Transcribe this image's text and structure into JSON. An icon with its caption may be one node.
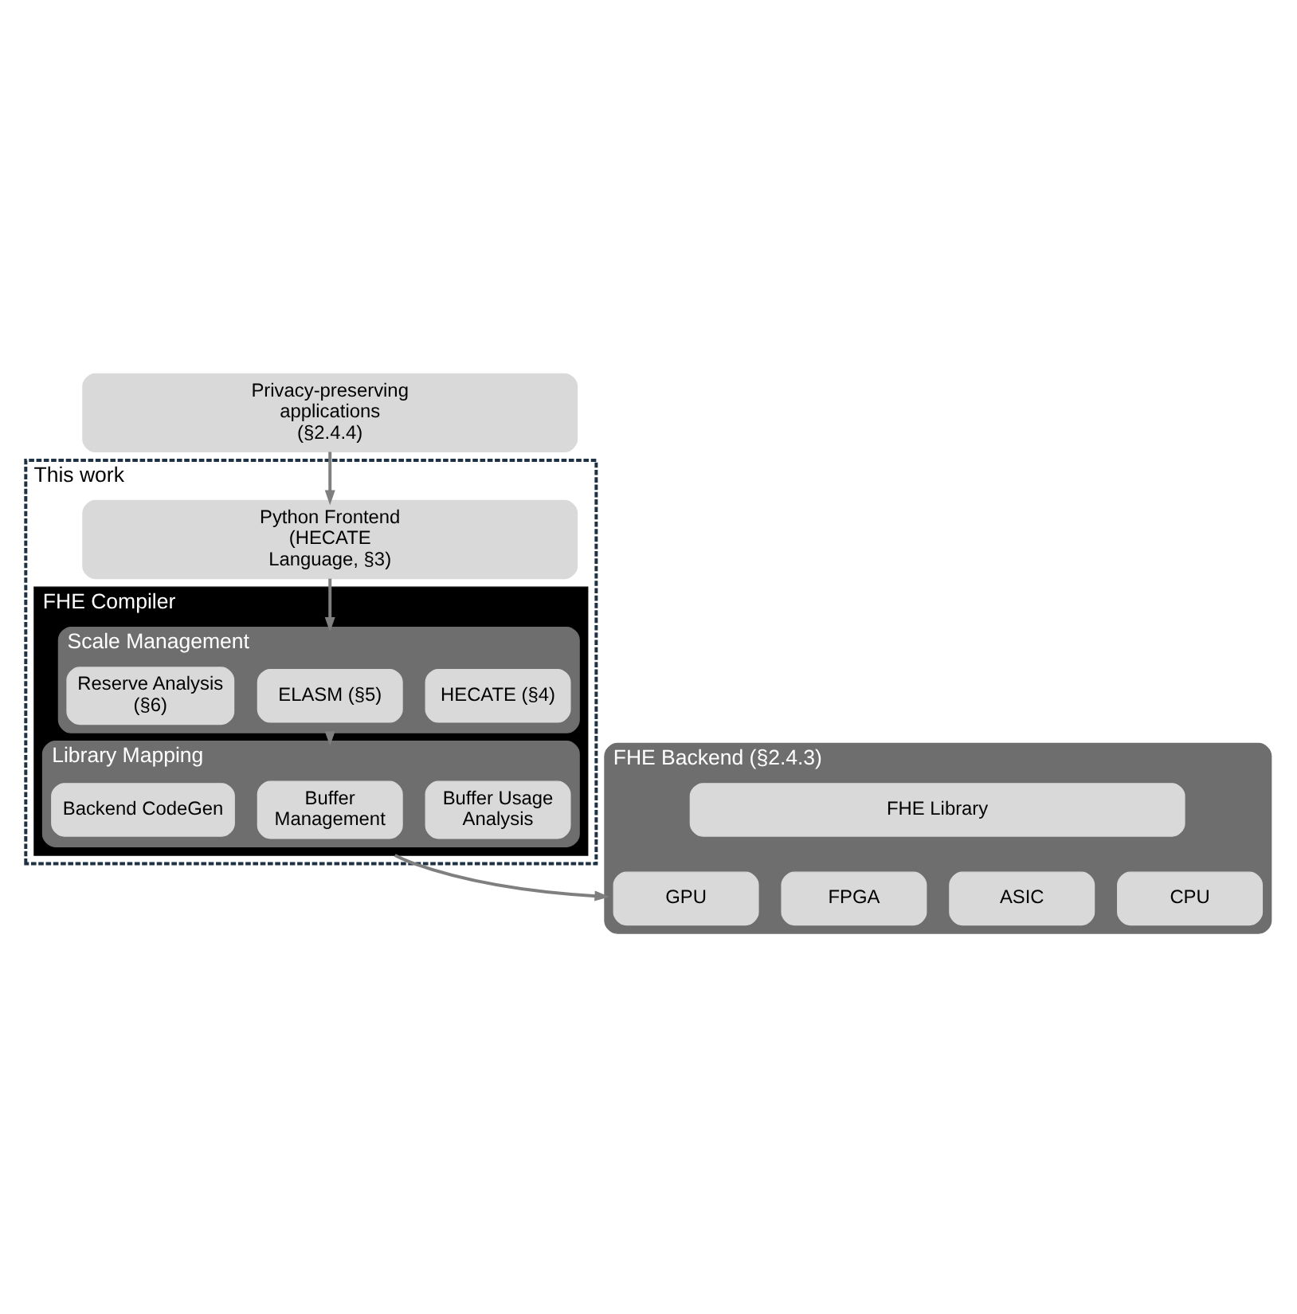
{
  "diagram": {
    "nodes": [
      {
        "text": [
          "Privacy-preserving applications (§2.4.4)"
        ]
      },
      {
        "text": [
          "This work"
        ]
      },
      {
        "text": [
          "Python Frontend (HECATE Language, §3)"
        ],
        "in": 1
      },
      {
        "text": [
          "FHE Compiler"
        ],
        "in": 1
      },
      {
        "text": [
          "Scale Management"
        ],
        "in": 3
      },
      {
        "text": [
          "HECATE (§4)"
        ],
        "in": 4
      },
      {
        "text": [
          "ELASM (§5)"
        ],
        "in": 4
      },
      {
        "text": [
          "Reserve Analysis (§6)"
        ],
        "in": 4
      },
      {
        "text": [
          "Library Mapping"
        ],
        "in": 3
      },
      {
        "text": [
          "Buffer Usage Analysis"
        ],
        "in": 8
      },
      {
        "text": [
          "Buffer Management"
        ],
        "in": 8
      },
      {
        "text": [
          "Backend CodeGen"
        ],
        "in": 8
      },
      {
        "text": [
          "FHE Backend (§2.4.3)"
        ]
      },
      {
        "text": [
          "FHE Library"
        ],
        "in": 12
      },
      {
        "text": [
          "CPU"
        ],
        "in": 12
      },
      {
        "text": [
          "GPU"
        ],
        "in": 12
      },
      {
        "text": [
          "FPGA"
        ],
        "in": 12
      },
      {
        "text": [
          "ASIC"
        ],
        "in": 12
      }
    ],
    "edges": [
      {
        "from": 0,
        "to": 2,
        "arrow": "to"
      },
      {
        "from": 2,
        "to": 4,
        "arrow": "to"
      },
      {
        "from": 4,
        "to": 8,
        "arrow": "to"
      },
      {
        "from": 3,
        "to": 12,
        "arrow": "to"
      }
    ]
  }
}
